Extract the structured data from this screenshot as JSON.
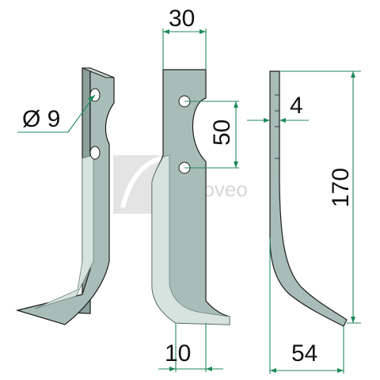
{
  "colors": {
    "blade_fill": "#a9bdb8",
    "blade_dark": "#7d9590",
    "blade_light": "#d7e3df",
    "outline": "#1d1d1d",
    "dimension_line": "#1f8a5a",
    "watermark": "#bdbdbd"
  },
  "dimensions": {
    "hole_diameter": "Ø 9",
    "top_width": "30",
    "hole_spacing": "50",
    "thickness": "4",
    "height": "170",
    "tip_thickness": "10",
    "depth": "54"
  },
  "watermark": {
    "text": "Agroveo",
    "icon": "agroveo-logo-icon"
  }
}
